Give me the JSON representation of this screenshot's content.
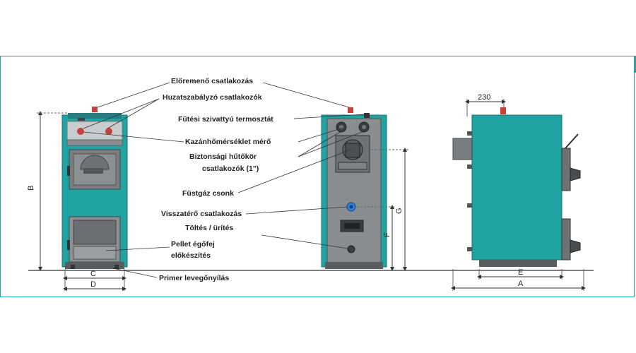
{
  "labels": {
    "eloremeno": "Előremenő csatlakozás",
    "huzat": "Huzatszabályzó csatlakozók",
    "futesi": "Fűtési szivattyú termosztát",
    "kazanho": "Kazánhőmérséklet mérő",
    "biztonsagi_1": "Biztonsági hűtőkör",
    "biztonsagi_2": "csatlakozók (1\")",
    "fustgaz": "Füstgáz csonk",
    "visszatero": "Visszatérő csatlakozás",
    "toltes": "Töltés / ürítés",
    "pellet_1": "Pellet égőfej",
    "pellet_2": "előkészítés",
    "primer": "Primer levegőnyílás"
  },
  "dimensions": {
    "a": "A",
    "b": "B",
    "c": "C",
    "d": "D",
    "e": "E",
    "f": "F",
    "g": "G",
    "side_top": "230"
  },
  "colors": {
    "teal": "#1fa3a3",
    "steel": "#8a8d90",
    "dark": "#3a3d40",
    "red": "#c8403a"
  }
}
